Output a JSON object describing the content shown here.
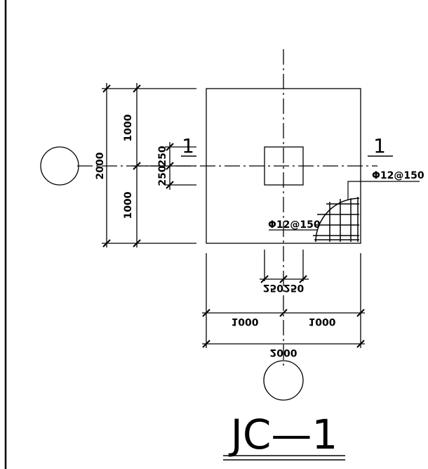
{
  "drawing": {
    "title": "JC—1",
    "section_mark": "1",
    "dimensions": {
      "top_half": "1000",
      "bottom_half": "1000",
      "total_vertical": "2000",
      "pier_upper": "250",
      "pier_lower": "250",
      "bottom_pier": "250250",
      "bottom_left": "1000",
      "bottom_right": "1000",
      "bottom_total": "2000"
    },
    "rebar": {
      "label_right": "Φ12@150",
      "label_inner": "Φ12@150"
    }
  }
}
